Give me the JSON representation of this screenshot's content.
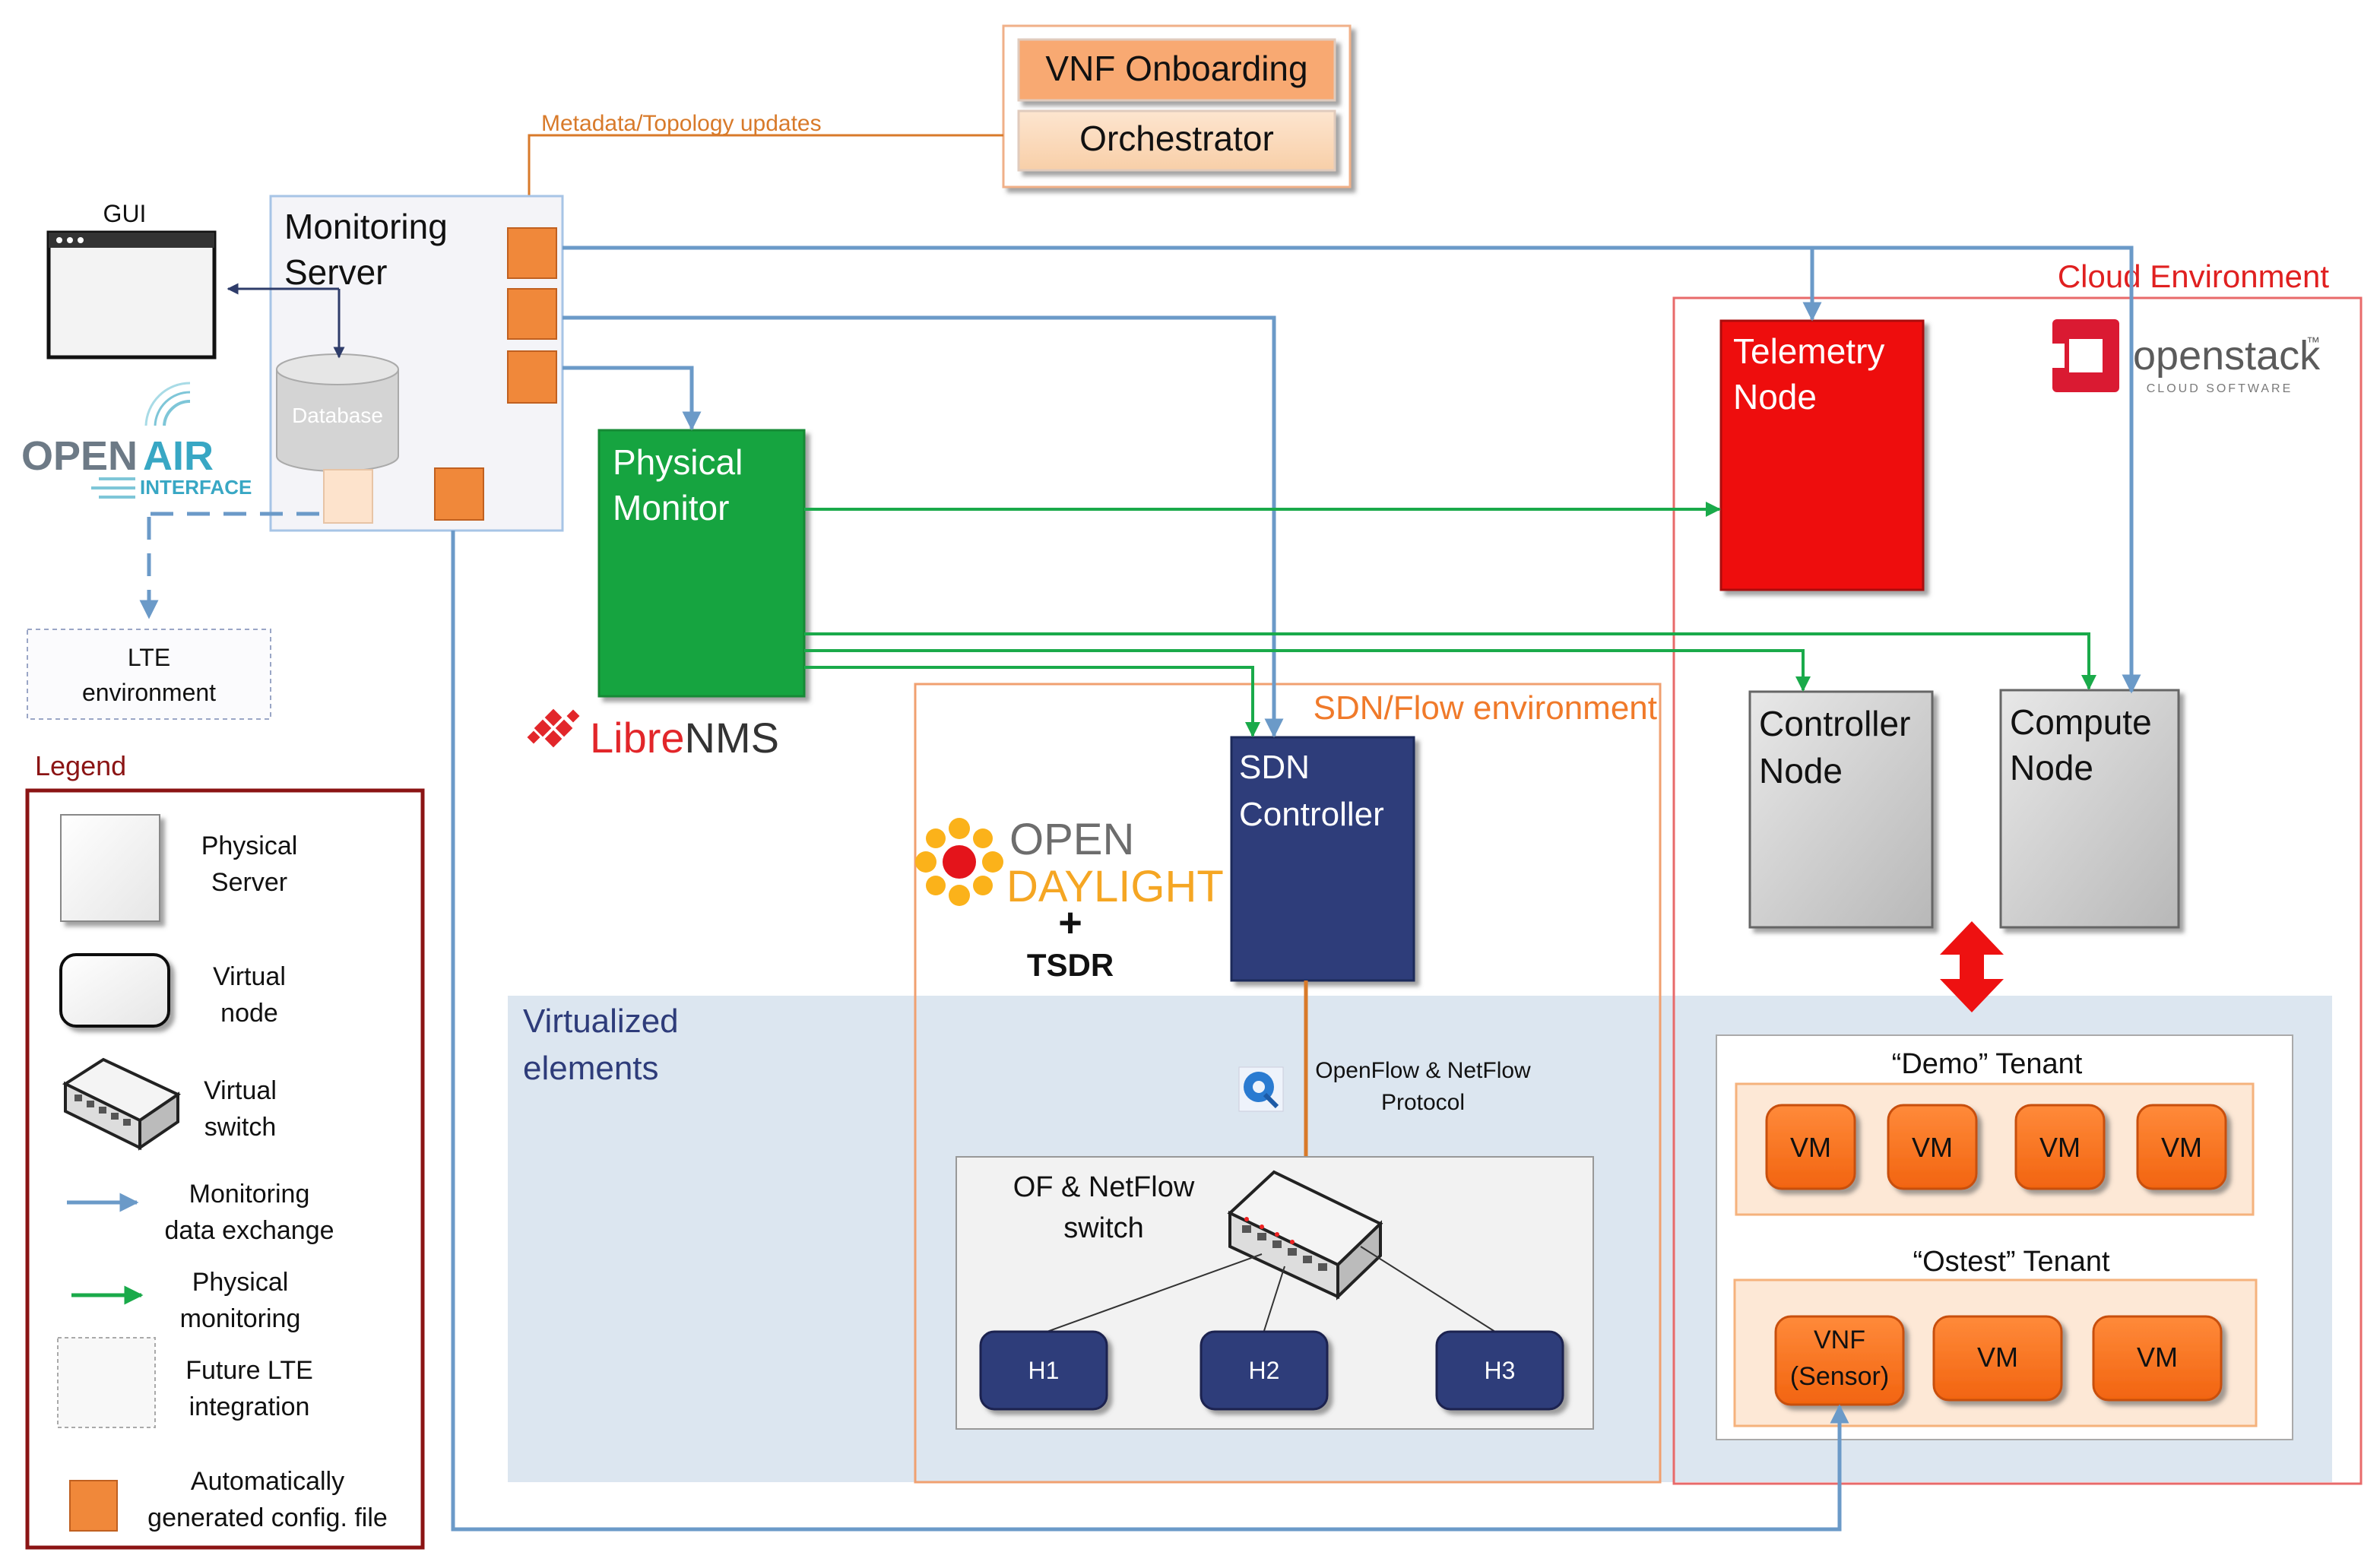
{
  "top": {
    "vnf_onboarding": "VNF Onboarding",
    "orchestrator": "Orchestrator",
    "metadata_label": "Metadata/Topology updates"
  },
  "gui": {
    "label": "GUI"
  },
  "monitoring_server": {
    "line1": "Monitoring",
    "line2": "Server",
    "database": "Database"
  },
  "openair": {
    "word1": "OPEN",
    "word2": "AIR",
    "word3": "INTERFACE"
  },
  "lte": {
    "line1": "LTE",
    "line2": "environment"
  },
  "physical_monitor": {
    "line1": "Physical",
    "line2": "Monitor"
  },
  "librenms": {
    "part1": "Libre",
    "part2": "NMS"
  },
  "cloud": {
    "label": "Cloud Environment"
  },
  "openstack": {
    "brand": "openstack",
    "sub": "CLOUD SOFTWARE",
    "tm": "™"
  },
  "telemetry": {
    "line1": "Telemetry",
    "line2": "Node"
  },
  "controller_node": {
    "line1": "Controller",
    "line2": "Node"
  },
  "compute_node": {
    "line1": "Compute",
    "line2": "Node"
  },
  "sdn_env": {
    "label": "SDN/Flow environment"
  },
  "sdn_controller": {
    "line1": "SDN",
    "line2": "Controller"
  },
  "opendaylight": {
    "word1": "OPEN",
    "word2": "DAYLIGHT",
    "plus": "+",
    "tsdr": "TSDR"
  },
  "virtualized": {
    "line1": "Virtualized",
    "line2": "elements"
  },
  "openflow": {
    "line1": "OpenFlow & NetFlow",
    "line2": "Protocol"
  },
  "of_switch": {
    "line1": "OF & NetFlow",
    "line2": "switch"
  },
  "hosts": [
    "H1",
    "H2",
    "H3"
  ],
  "demo_tenant": {
    "label": "“Demo” Tenant",
    "vms": [
      "VM",
      "VM",
      "VM",
      "VM"
    ]
  },
  "ostest_tenant": {
    "label": "“Ostest” Tenant",
    "vnf_line1": "VNF",
    "vnf_line2": "(Sensor)",
    "vms": [
      "VM",
      "VM"
    ]
  },
  "legend": {
    "title": "Legend",
    "physical_server": [
      "Physical",
      "Server"
    ],
    "virtual_node": [
      "Virtual",
      "node"
    ],
    "virtual_switch": [
      "Virtual",
      "switch"
    ],
    "monitoring_exchange": [
      "Monitoring",
      "data exchange"
    ],
    "physical_monitoring": [
      "Physical",
      "monitoring"
    ],
    "future_lte": [
      "Future LTE",
      "integration"
    ],
    "auto_config": [
      "Automatically",
      "generated config. file"
    ]
  },
  "colors": {
    "monitoring_arrow": "#6b9ac8",
    "physical_arrow": "#1aaa4a",
    "orchestrator_arrow": "#d87a2a",
    "orange_box": "#f0883a",
    "telemetry": "#ee1111",
    "sdn_controller": "#2e3c7a",
    "physical_monitor": "#16a441",
    "host": "#2e3c7a",
    "cloud_border": "#e86a6a",
    "legend_border": "#8b1414"
  }
}
